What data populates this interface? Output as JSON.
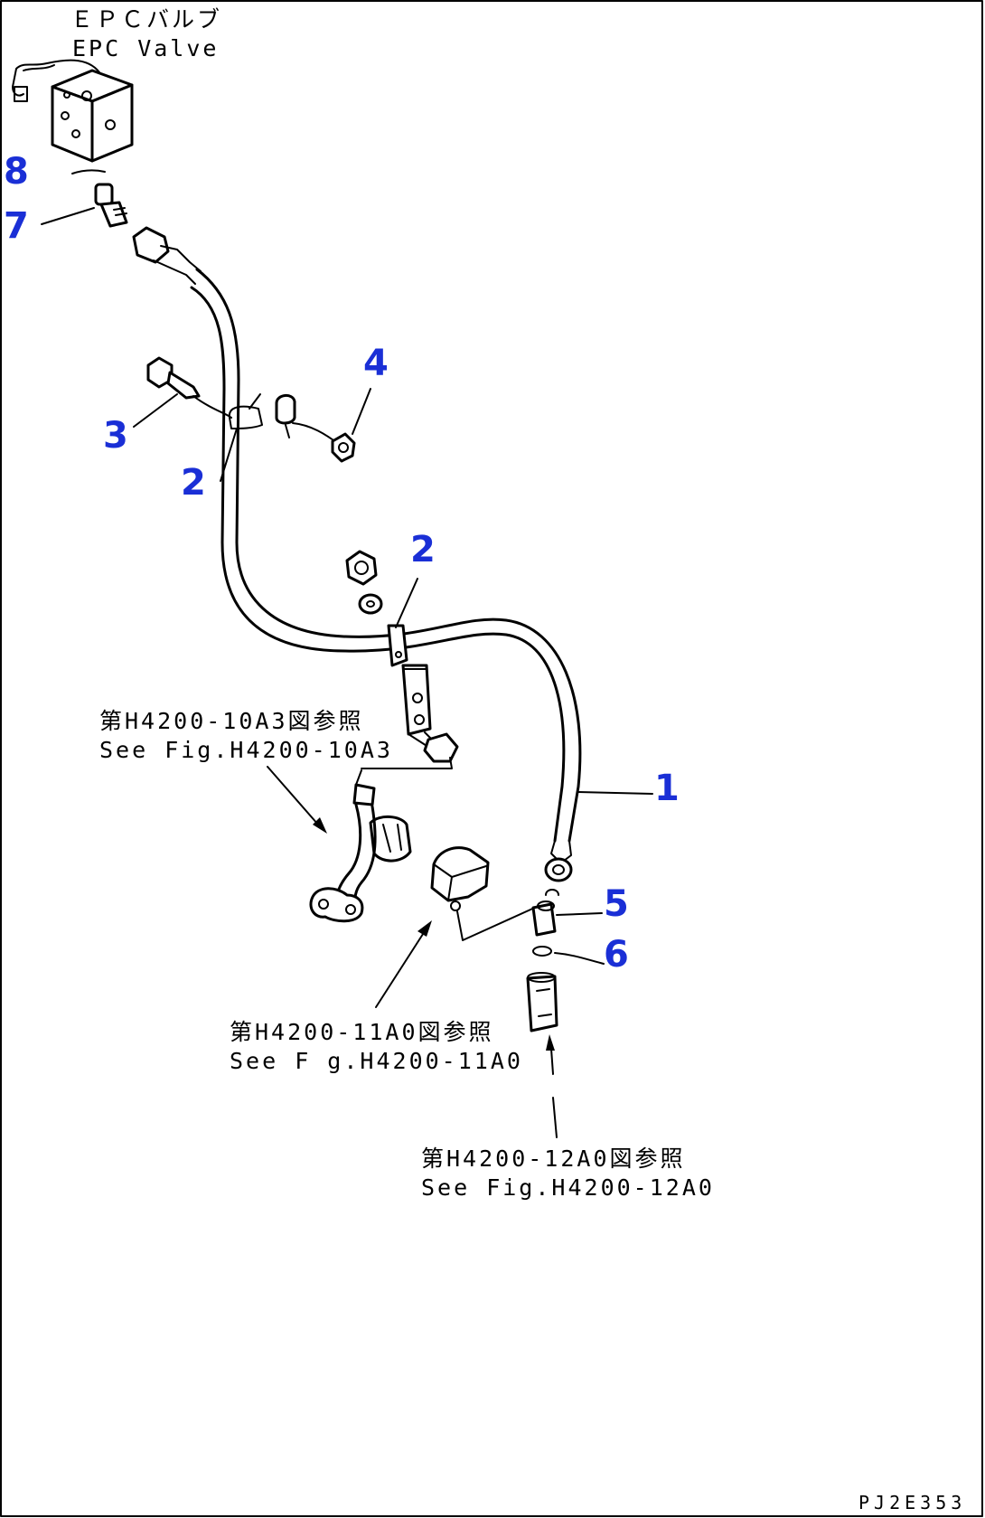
{
  "header": {
    "title_jp": "ＥＰＣバルブ",
    "title_en": "EPC Valve"
  },
  "callouts": [
    "8",
    "7",
    "4",
    "3",
    "2",
    "2",
    "1",
    "5",
    "6"
  ],
  "references": [
    {
      "jp": "第H4200-10A3図参照",
      "en": "See Fig.H4200-10A3"
    },
    {
      "jp": "第H4200-11A0図参照",
      "en": "See F g.H4200-11A0"
    },
    {
      "jp": "第H4200-12A0図参照",
      "en": "See Fig.H4200-12A0"
    }
  ],
  "drawing_code": "PJ2E353",
  "colors": {
    "callout": "#1a2fd6",
    "line": "#000000",
    "background": "#ffffff"
  }
}
